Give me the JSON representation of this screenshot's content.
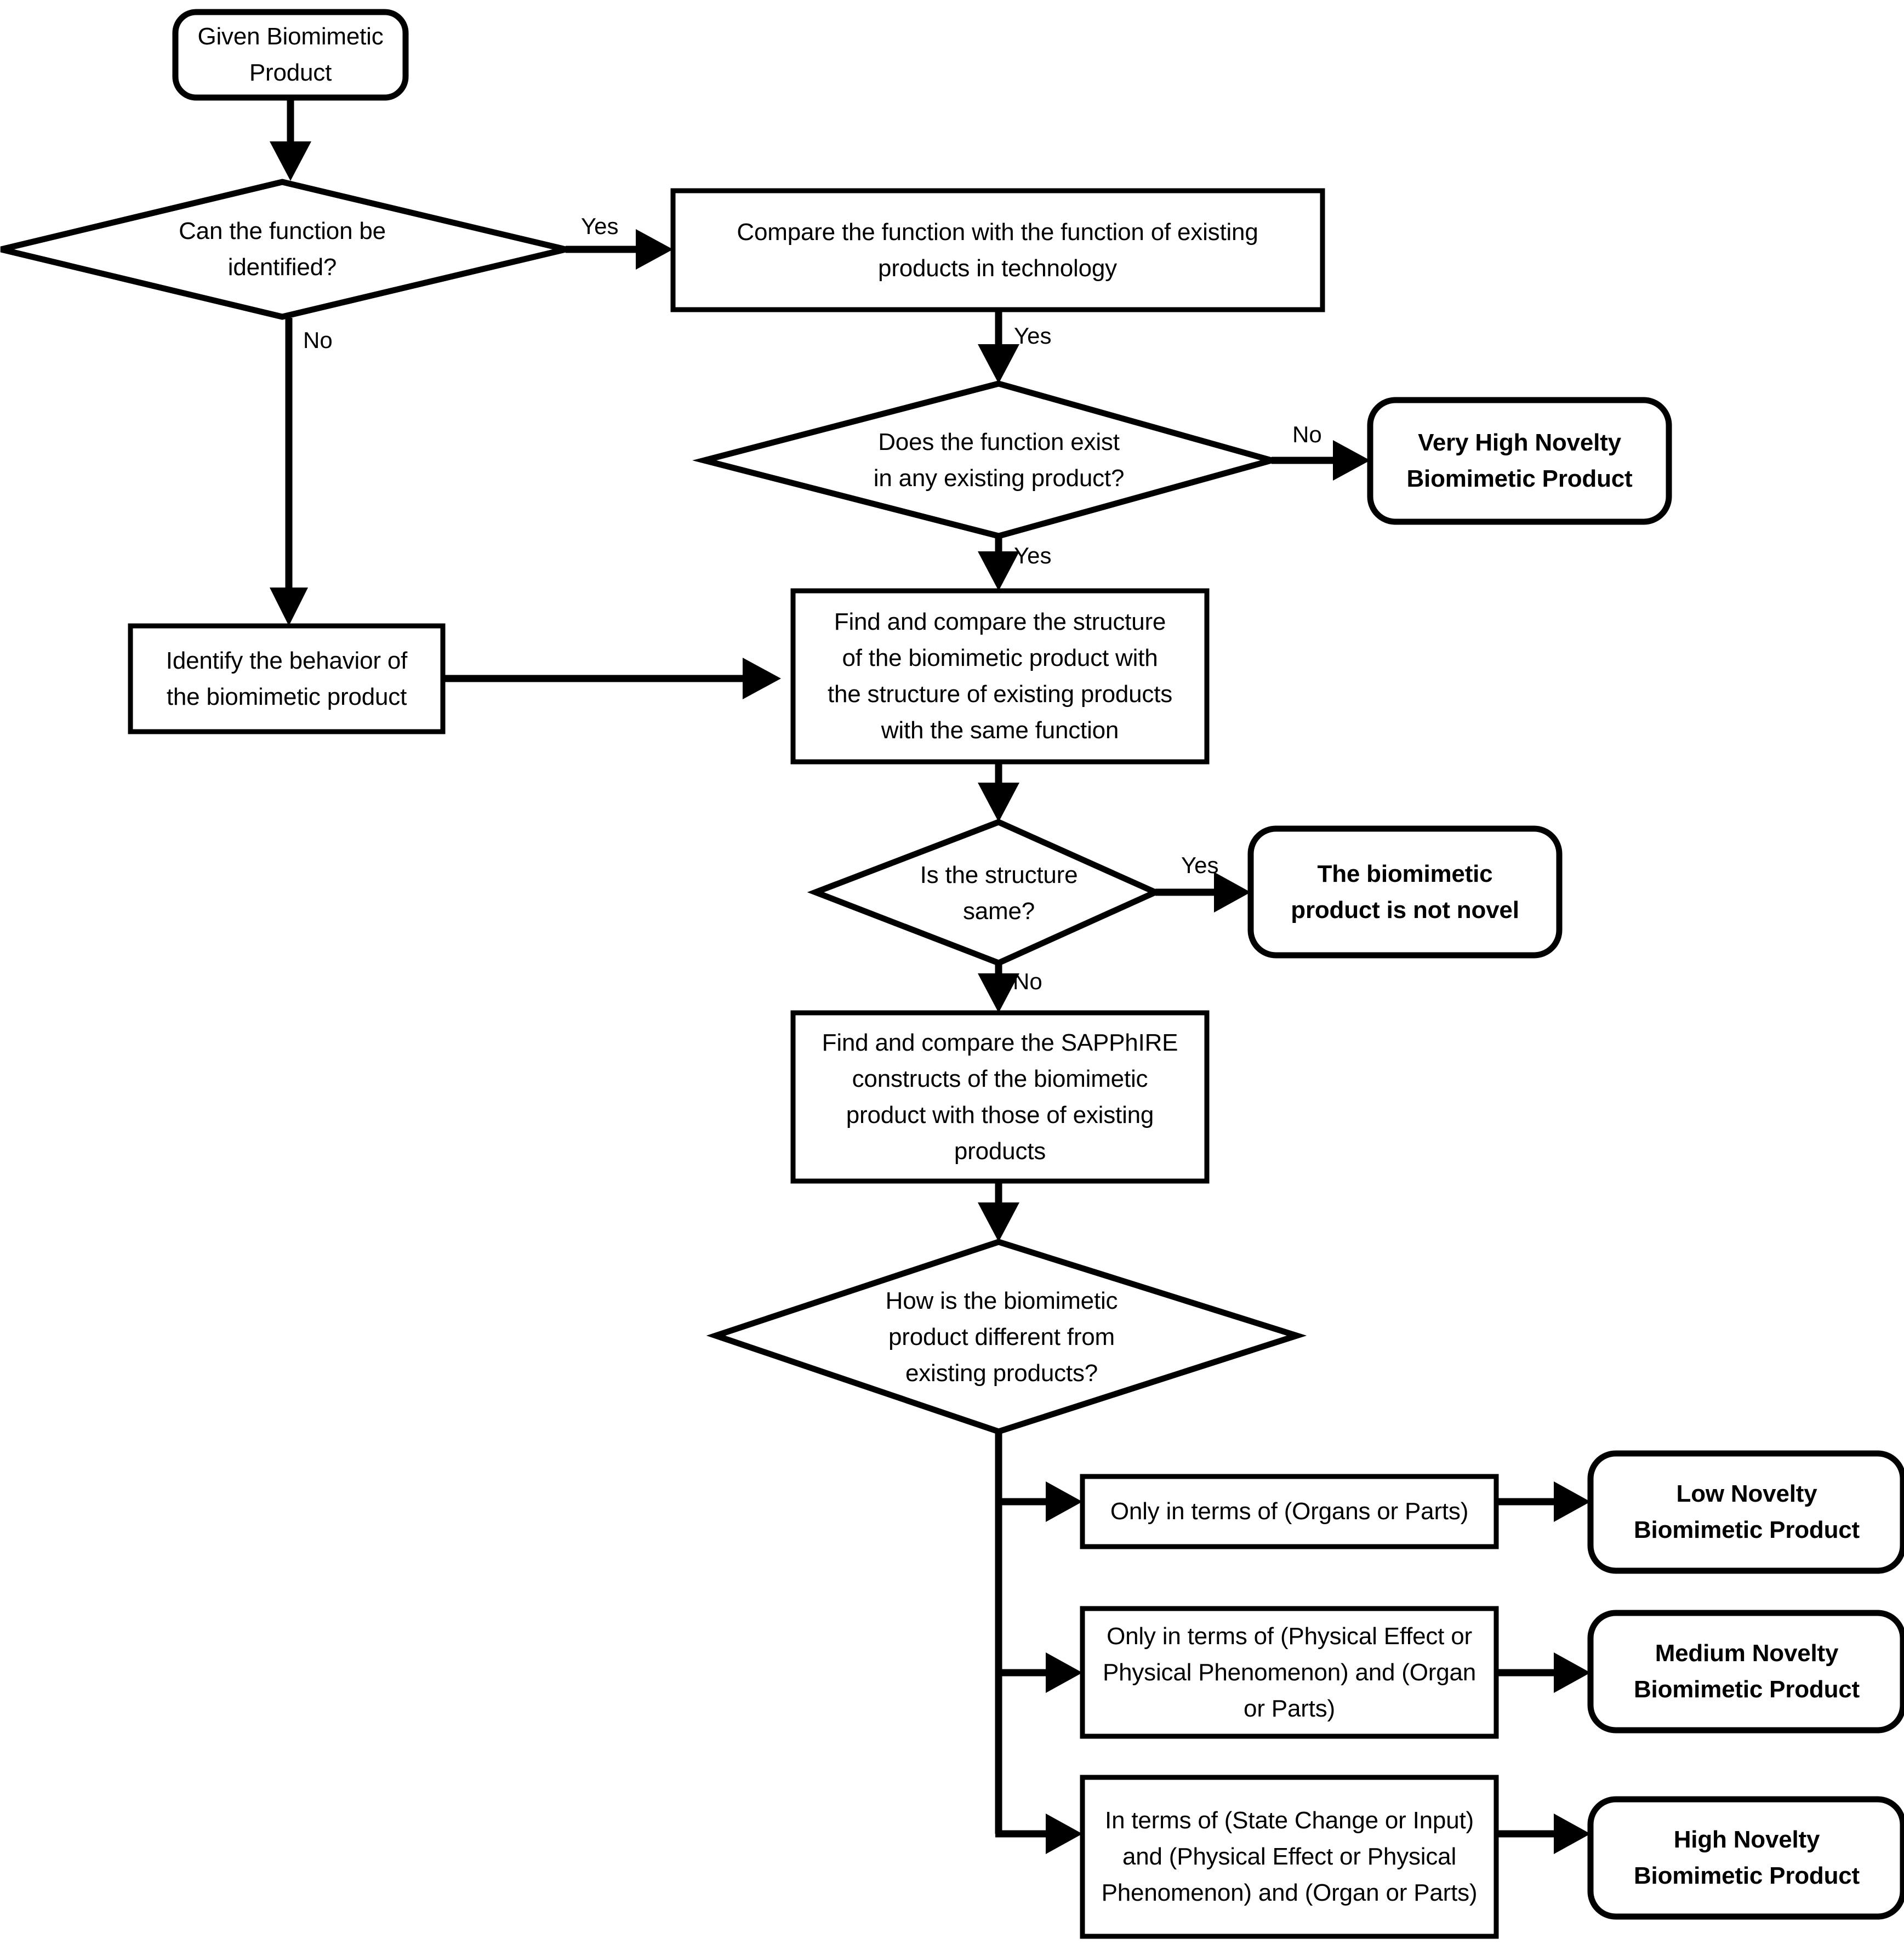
{
  "diagram": {
    "title": "Biomimetic Product Novelty Assessment Flowchart",
    "colors": {
      "background": "#ffffff",
      "stroke": "#000000",
      "text": "#000000"
    },
    "nodes": {
      "start": {
        "label": "Given Biomimetic\nProduct",
        "shape": "terminator"
      },
      "d_function_identified": {
        "label": "Can the function be\nidentified?",
        "shape": "diamond"
      },
      "p_compare_function": {
        "label": "Compare the function with the function of existing\nproducts in technology",
        "shape": "process"
      },
      "p_identify_behavior": {
        "label": "Identify the behavior of\nthe biomimetic product",
        "shape": "process"
      },
      "d_function_exists": {
        "label": "Does the function exist\nin any existing product?",
        "shape": "diamond"
      },
      "t_very_high": {
        "label": "Very High Novelty\nBiomimetic Product",
        "shape": "terminator"
      },
      "p_compare_structure": {
        "label": "Find and compare the structure\nof the biomimetic product with\nthe structure of existing products\nwith the same function",
        "shape": "process"
      },
      "d_structure_same": {
        "label": "Is the structure\nsame?",
        "shape": "diamond"
      },
      "t_not_novel": {
        "label": "The biomimetic\nproduct is not novel",
        "shape": "terminator"
      },
      "p_compare_sapphire": {
        "label": "Find and compare the SAPPhIRE\nconstructs of the biomimetic\nproduct with those of existing\nproducts",
        "shape": "process"
      },
      "d_how_different": {
        "label": "How is the biomimetic\nproduct different from\nexisting products?",
        "shape": "diamond"
      },
      "p_organs_parts": {
        "label": "Only in terms of (Organs or Parts)",
        "shape": "process"
      },
      "t_low": {
        "label": "Low Novelty\nBiomimetic Product",
        "shape": "terminator"
      },
      "p_physical_effect": {
        "label": "Only in terms of (Physical Effect or\nPhysical Phenomenon) and (Organ\nor Parts)",
        "shape": "process"
      },
      "t_medium": {
        "label": "Medium Novelty\nBiomimetic Product",
        "shape": "terminator"
      },
      "p_state_change": {
        "label": "In terms of (State Change or Input)\nand (Physical Effect or Physical\nPhenomenon) and (Organ or Parts)",
        "shape": "process"
      },
      "t_high": {
        "label": "High Novelty\nBiomimetic Product",
        "shape": "terminator"
      }
    },
    "edge_labels": {
      "function_identified_yes": "Yes",
      "function_identified_no": "No",
      "compare_function_yes": "Yes",
      "function_exists_no": "No",
      "function_exists_yes": "Yes",
      "structure_same_yes": "Yes",
      "structure_same_no": "No"
    }
  }
}
